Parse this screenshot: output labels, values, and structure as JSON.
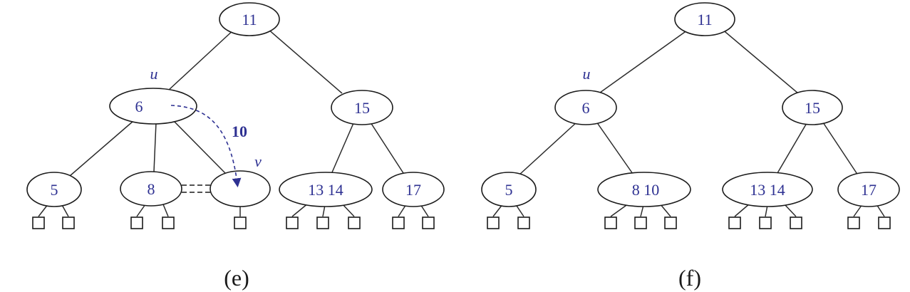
{
  "diagram_e": {
    "caption": "(e)",
    "nodes": {
      "root": "11",
      "u": "6",
      "right": "15",
      "n5": "5",
      "n8": "8",
      "n13_14": "13 14",
      "n17": "17"
    },
    "labels": {
      "u": "u",
      "v": "v",
      "moved_key": "10"
    }
  },
  "diagram_f": {
    "caption": "(f)",
    "nodes": {
      "root": "11",
      "u": "6",
      "right": "15",
      "n5": "5",
      "n8_10": "8 10",
      "n13_14": "13 14",
      "n17": "17"
    },
    "labels": {
      "u": "u"
    }
  }
}
